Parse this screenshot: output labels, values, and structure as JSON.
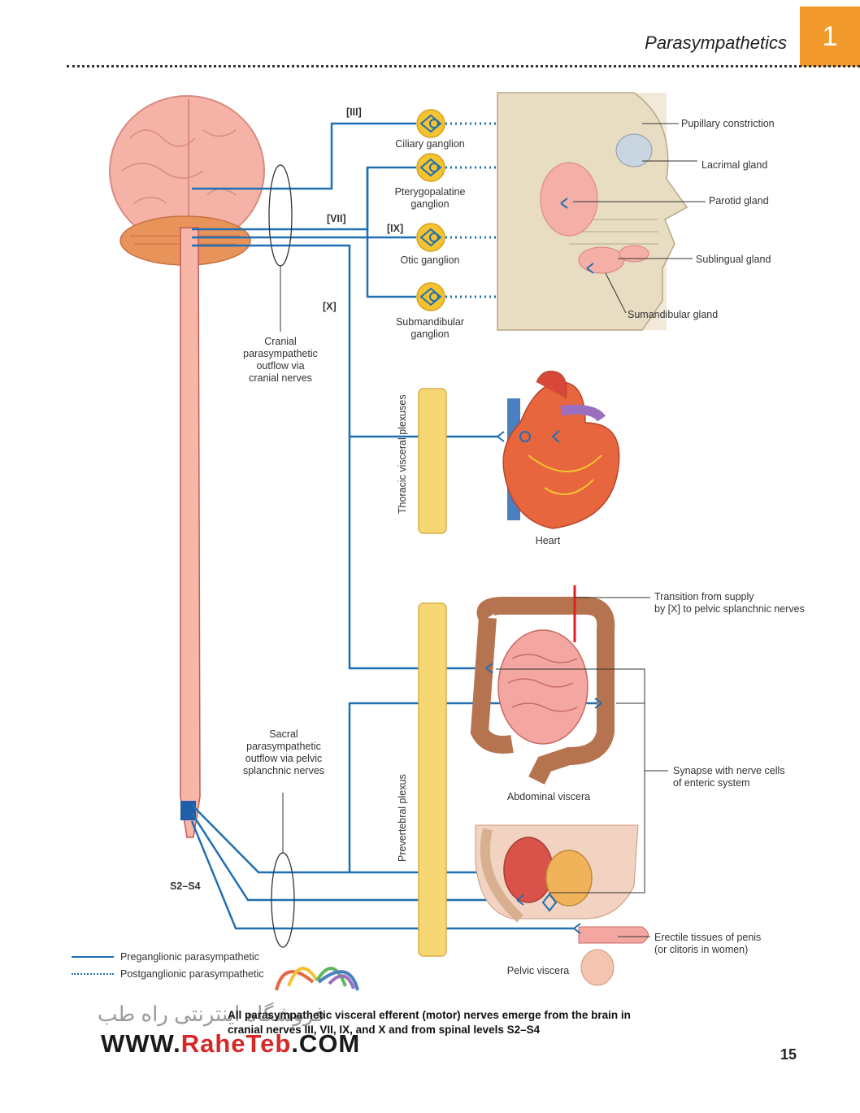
{
  "header": {
    "title": "Parasympathetics",
    "chapter": "1"
  },
  "labels": {
    "cn_iii": "[III]",
    "cn_vii": "[VII]",
    "cn_ix": "[IX]",
    "cn_x": "[X]",
    "ciliary": "Ciliary ganglion",
    "pterygo": "Pterygopalatine\nganglion",
    "otic": "Otic ganglion",
    "submand": "Submandibular\nganglion",
    "pupillary": "Pupillary constriction",
    "lacrimal": "Lacrimal gland",
    "parotid": "Parotid gland",
    "sublingual": "Sublingual gland",
    "sumandibular": "Sumandibular gland",
    "cranial_outflow": "Cranial\nparasympathetic\noutflow via\ncranial nerves",
    "thoracic_plexuses": "Thoracic visceral plexuses",
    "heart": "Heart",
    "transition": "Transition from supply\nby [X] to pelvic splanchnic nerves",
    "synapse": "Synapse with nerve cells\nof enteric system",
    "abdominal": "Abdominal viscera",
    "prevertebral": "Prevertebral plexus",
    "sacral_outflow": "Sacral\nparasympathetic\noutflow via pelvic\nsplanchnic nerves",
    "s2s4": "S2–S4",
    "erectile": "Erectile tissues of penis\n(or clitoris in women)",
    "pelvic": "Pelvic viscera"
  },
  "legend": {
    "preganglionic": "Preganglionic parasympathetic",
    "postganglionic": "Postganglionic parasympathetic"
  },
  "caption": "All parasympathetic visceral efferent (motor) nerves emerge from the brain in cranial nerves III, VII, IX, and X and from spinal levels S2–S4",
  "page_number": "15",
  "watermark": {
    "fa": "فروشگاه اینترنتی راه طب",
    "url_a": "WWW.",
    "url_b": "RaheTeb",
    "url_c": ".COM"
  },
  "colors": {
    "nerve": "#1f6fb2",
    "ganglion": "#f5c230",
    "plexus": "#f7d774",
    "accent": "#f39a2c",
    "cord": "#f7b6a8"
  }
}
